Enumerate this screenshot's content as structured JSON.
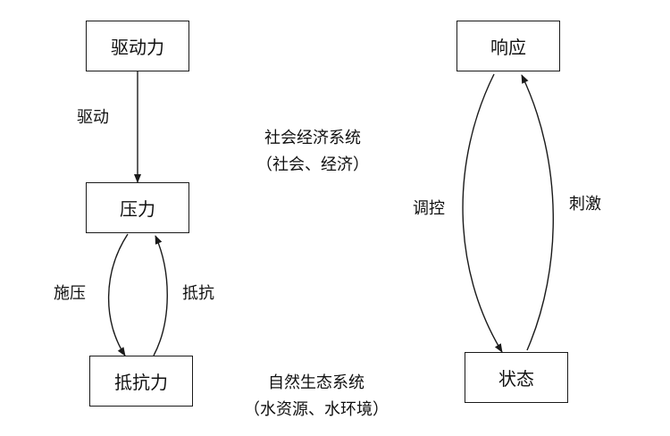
{
  "nodes": {
    "driving_force": "驱动力",
    "pressure": "压力",
    "resistance_force": "抵抗力",
    "response": "响应",
    "state": "状态"
  },
  "edge_labels": {
    "drive": "驱动",
    "apply_pressure": "施压",
    "resist": "抵抗",
    "regulate": "调控",
    "stimulate": "刺激"
  },
  "systems": {
    "socio_economic": {
      "title": "社会经济系统",
      "sub": "（社会、经济）"
    },
    "natural_eco": {
      "title": "自然生态系统",
      "sub": "（水资源、水环境）"
    }
  }
}
